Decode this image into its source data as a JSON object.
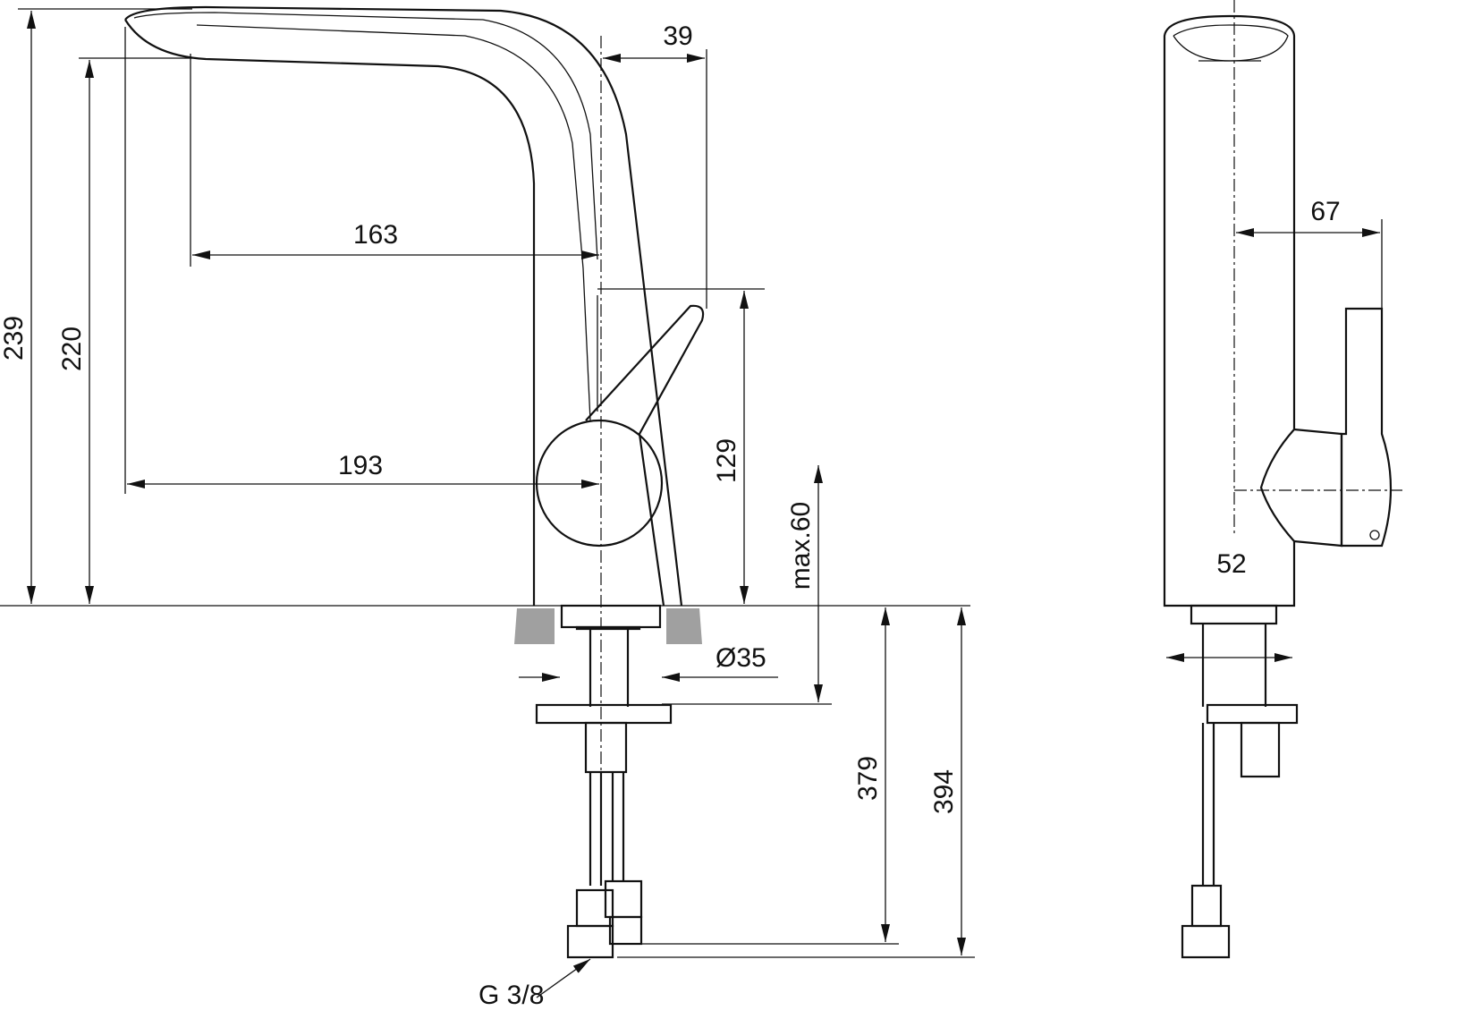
{
  "drawing": {
    "dimensions": {
      "spout_offset": "39",
      "spout_reach": "163",
      "total_reach": "193",
      "total_height": "239",
      "spout_height": "220",
      "lever_height": "129",
      "max_deck_thickness": "max.60",
      "mount_hole_diameter": "Ø35",
      "hose_length_short": "379",
      "hose_length_long": "394",
      "connection_thread": "G 3/8",
      "side_depth": "67",
      "body_width": "52"
    },
    "colors": {
      "line": "#111111",
      "deck": "#a0a0a0"
    }
  }
}
